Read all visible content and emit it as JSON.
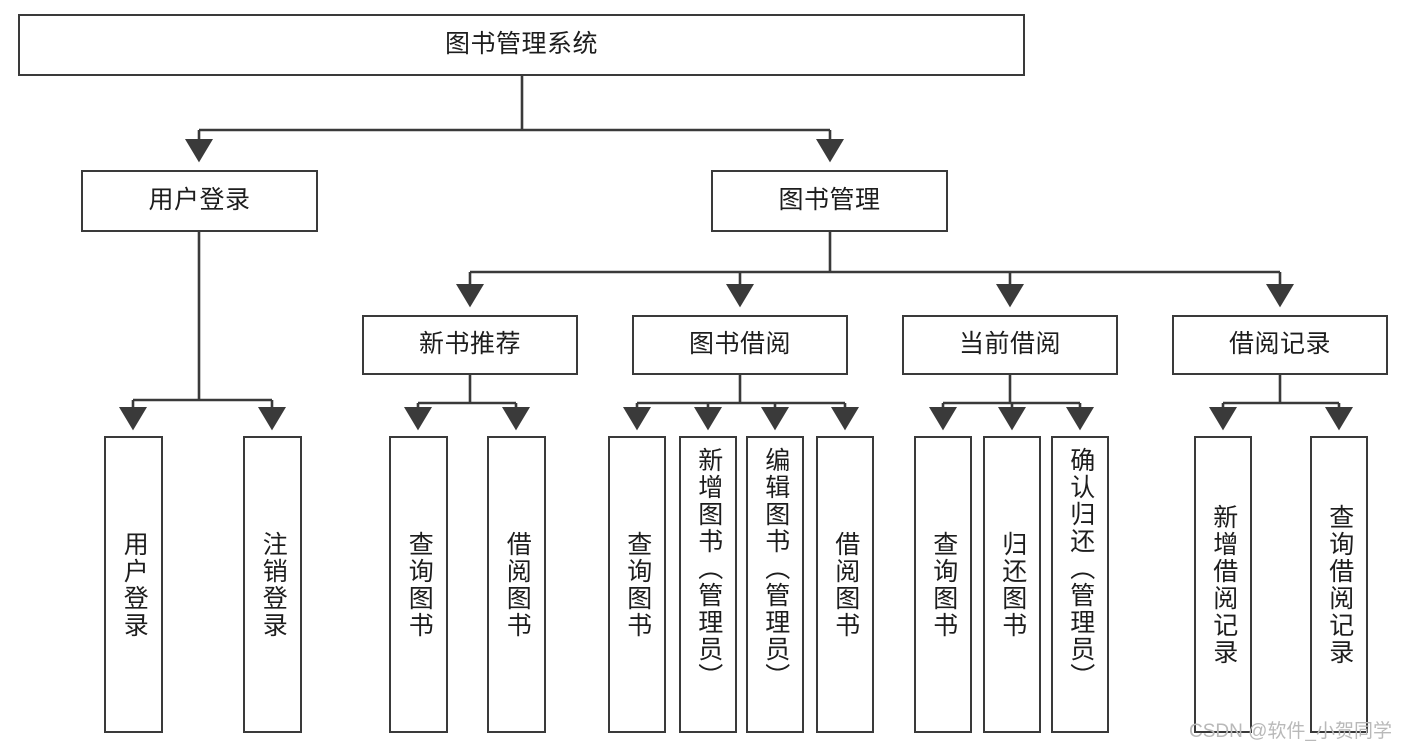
{
  "diagram": {
    "type": "tree-hierarchy-chart",
    "title": "图书管理系统",
    "stroke_color": "#3a3a3a",
    "fill_color": "#ffffff",
    "text_color": "#1d1d1d",
    "nodes": {
      "root": "图书管理系统",
      "level2": [
        "用户登录",
        "图书管理"
      ],
      "level3": [
        "新书推荐",
        "图书借阅",
        "当前借阅",
        "借阅记录"
      ],
      "leaves": {
        "user_login": [
          "用户登录",
          "注销登录"
        ],
        "new_book_recommend": [
          "查询图书",
          "借阅图书"
        ],
        "book_borrow": [
          "查询图书",
          "新增图书（管理员）",
          "编辑图书（管理员）",
          "借阅图书"
        ],
        "current_borrow": [
          "查询图书",
          "归还图书",
          "确认归还（管理员）"
        ],
        "borrow_record": [
          "新增借阅记录",
          "查询借阅记录"
        ]
      }
    }
  },
  "watermark": {
    "text": "CSDN @软件_小贺同学"
  }
}
